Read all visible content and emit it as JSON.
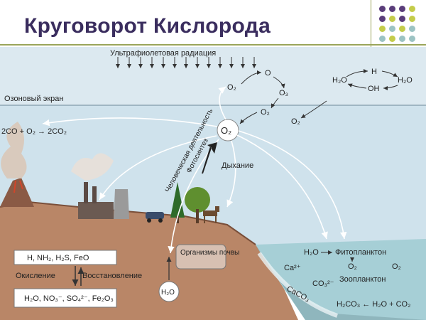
{
  "slide": {
    "title": "Круговорот Кислорода"
  },
  "colors": {
    "title": "#3a2d5e",
    "accent_purple": "#5a3d7a",
    "accent_olive": "#c4cc4a",
    "accent_teal": "#9cc3c3",
    "sky": "#cfe2ec",
    "soil": "#b98667",
    "sea": "#a6cfd6"
  },
  "atmosphere": {
    "uv_label": "Ультрафиолетовая радиация",
    "ozone_label": "Озоновый экран",
    "co_reaction": "2CO + O₂ → 2CO₂",
    "o2_center": "O₂",
    "ozone_cycle": [
      "O₂",
      "O",
      "O₃",
      "O₂",
      "O₂"
    ],
    "water_cycle": [
      "H₂O",
      "H",
      "H₂O",
      "OH"
    ]
  },
  "processes": {
    "human_activity": "Человеческая деятельность",
    "photosynthesis": "Фотосинтез",
    "respiration": "Дыхание"
  },
  "soil": {
    "reduced_box": "H, NH₂, H₂S, FeO",
    "oxidation": "Окисление",
    "reduction": "Восстановление",
    "oxidized_box": "H₂O, NO₃⁻, SO₄²⁻, Fe₂O₃",
    "organisms": "Организмы почвы",
    "water": "H₂O"
  },
  "ocean": {
    "h2o": "H₂O",
    "phytoplankton": "Фитопланктон",
    "o2_left": "O₂",
    "o2_right": "O₂",
    "zooplankton": "Зоопланктон",
    "ca": "Ca²⁺",
    "co3": "CO₃²⁻",
    "caco3": "CaCO₃",
    "h2co3_reaction": "H₂CO₃ ← H₂O + CO₂"
  }
}
